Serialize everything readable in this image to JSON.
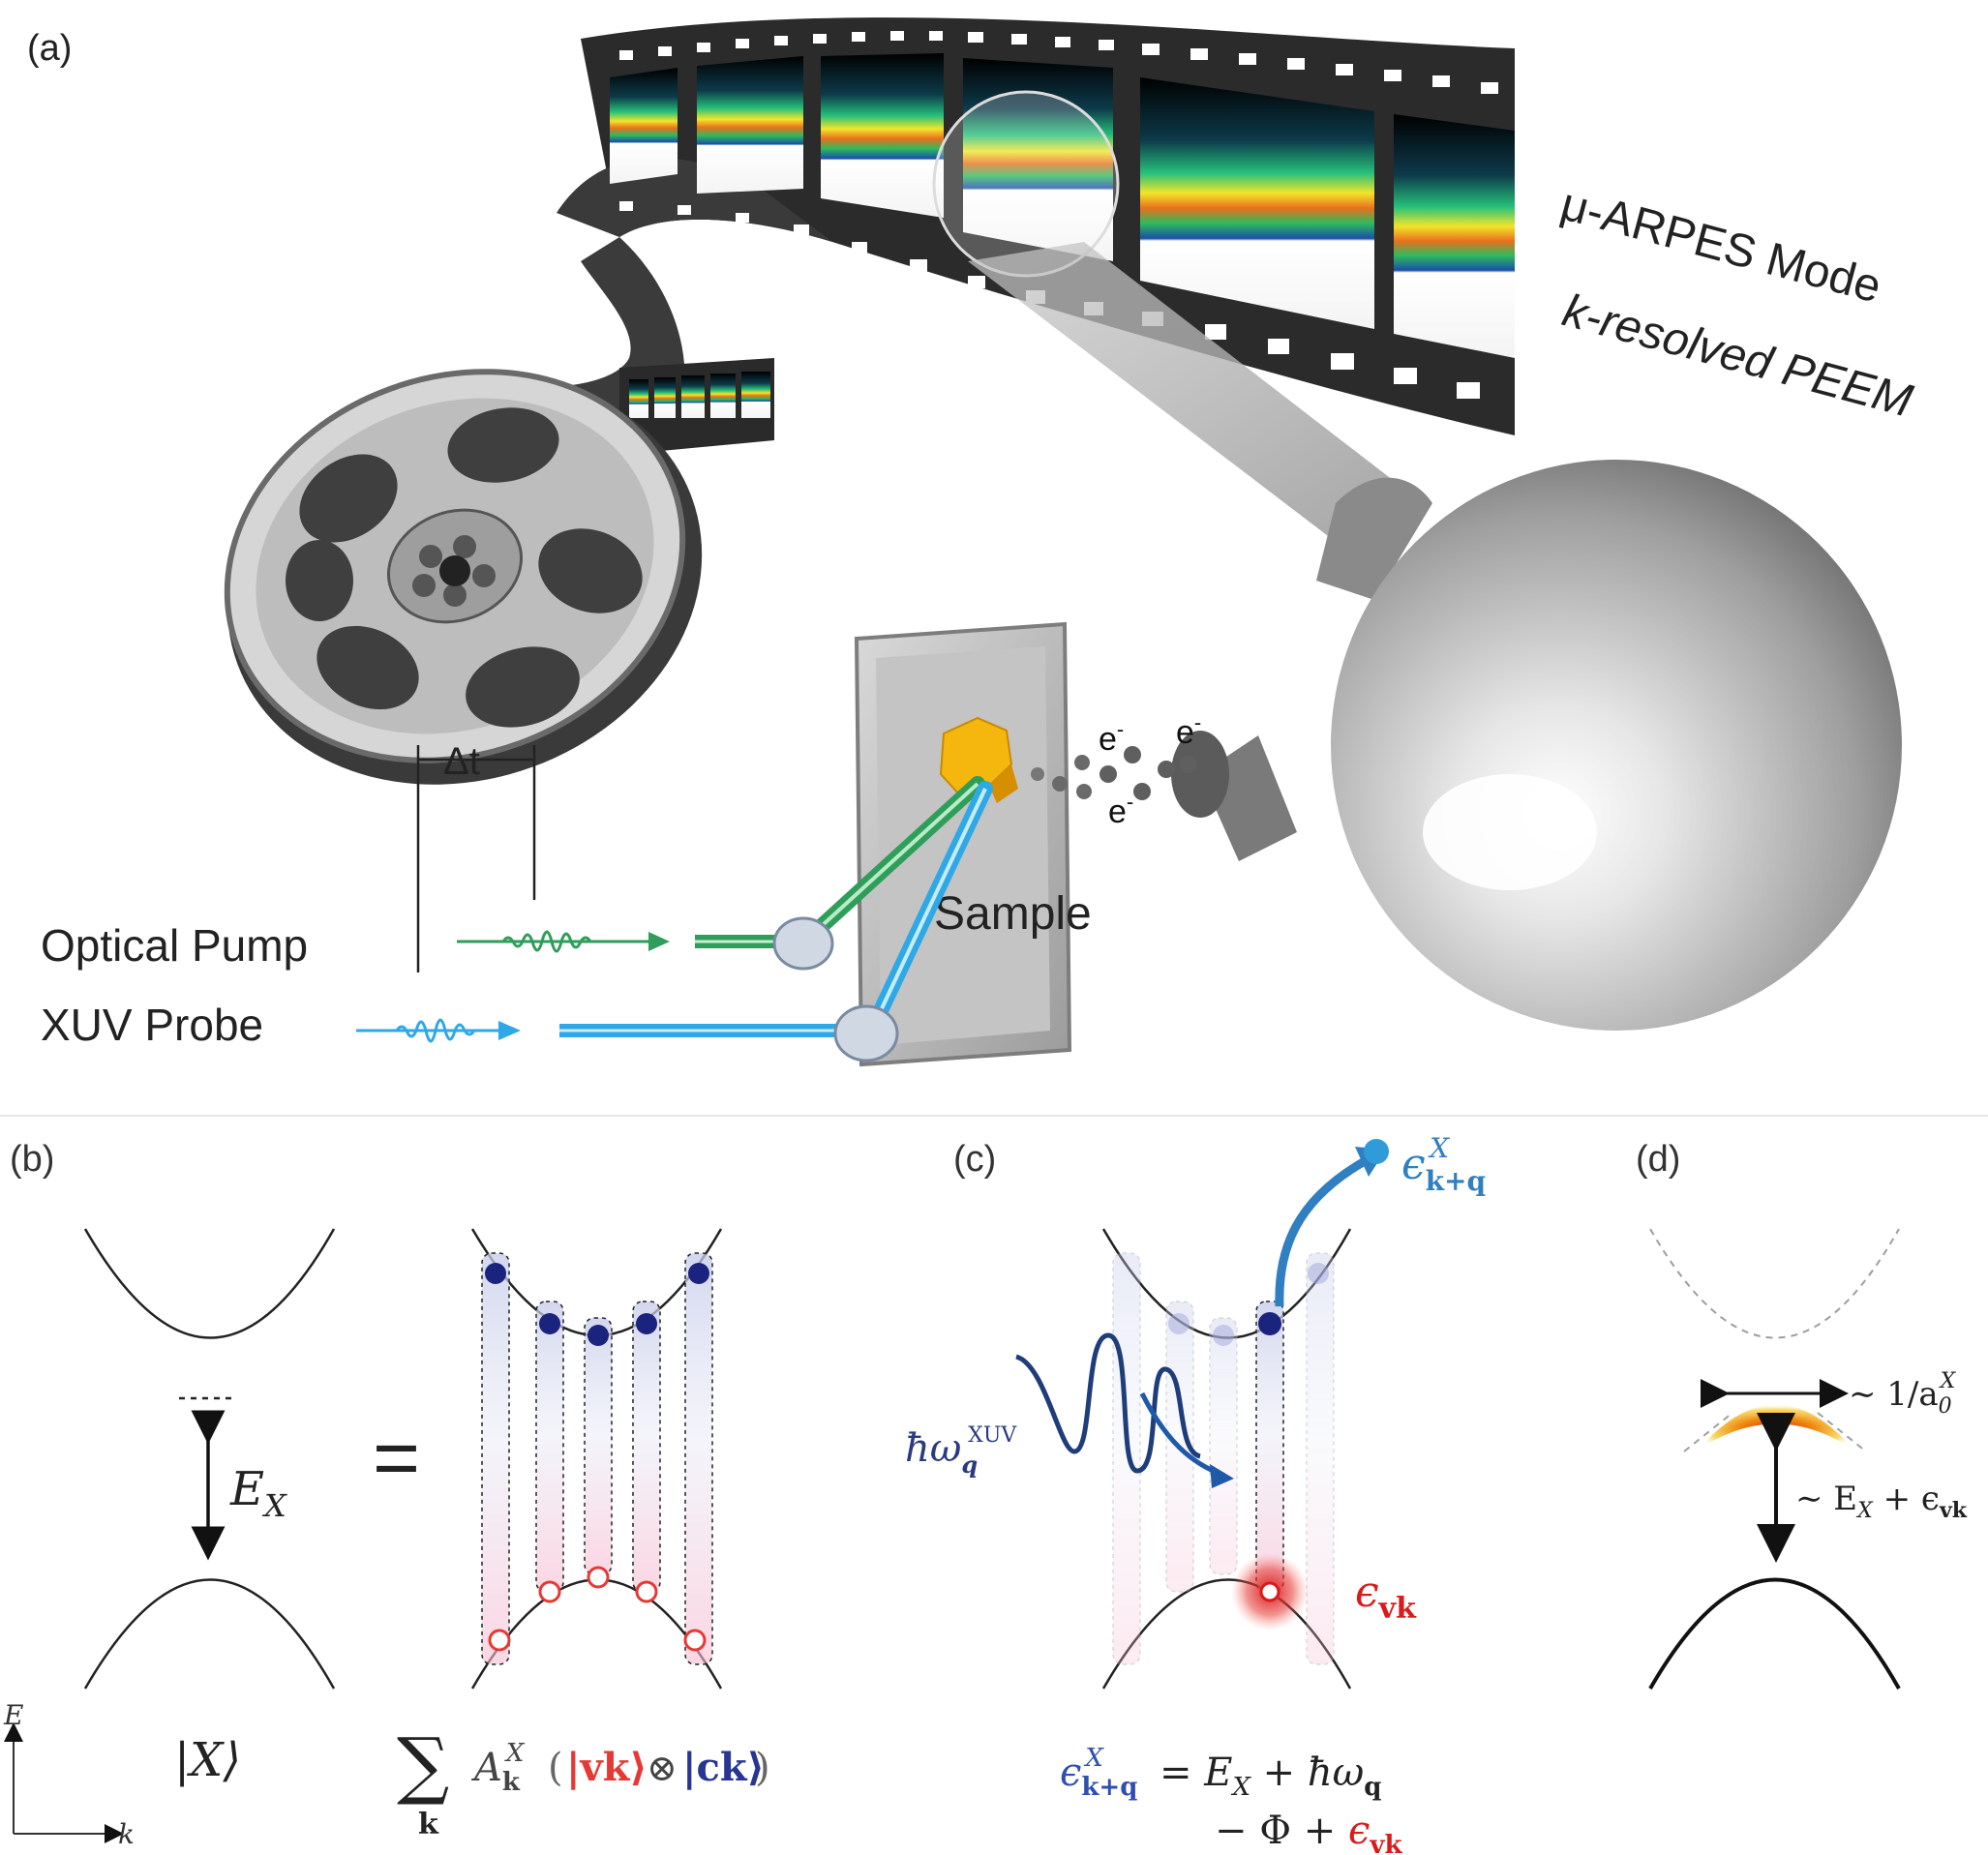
{
  "panels": {
    "a": {
      "label": "(a)",
      "mode_line1": "μ-ARPES Mode",
      "mode_line2": "k-resolved PEEM",
      "delay": "Δt",
      "pump": "Optical Pump",
      "probe": "XUV Probe",
      "sample": "Sample",
      "electron": "e",
      "electron_charge": "-"
    },
    "b": {
      "label": "(b)",
      "energy": "E",
      "energy_sub": "X",
      "equals": "=",
      "state": "|X⟩",
      "sum": "∑",
      "sum_index": "k",
      "amp": "A",
      "amp_sub": "k",
      "amp_sup": "X",
      "ket_v": "|vk⟩",
      "otimes": "⊗",
      "ket_c": "|ck⟩",
      "axis_y": "E",
      "axis_x": "k"
    },
    "c": {
      "label": "(c)",
      "photon": "ħω",
      "photon_sub": "q",
      "photon_sup": "XUV",
      "final_eps": "ϵ",
      "final_sub": "k+q",
      "final_sup": "X",
      "hole_eps": "ϵ",
      "hole_sub": "vk",
      "eq_rhs1": "= E",
      "eq_rhs1_sub": "X",
      "eq_rhs1_tail": " + ħω",
      "eq_rhs1_tail_sub": "q",
      "eq_line2": "− Φ + ",
      "eq_line2_eps": "ϵ",
      "eq_line2_sub": "vk"
    },
    "d": {
      "label": "(d)",
      "width_label": "∼ 1/a",
      "width_sub": "0",
      "width_sup": "X",
      "energy_label": "∼ E",
      "energy_sub": "X",
      "energy_plus": " + ϵ",
      "energy_plus_sub": "vk"
    }
  },
  "colors": {
    "pump": "#2e9e5a",
    "probe": "#2fa8e6",
    "electron_dot": "#1a237e",
    "hole_ring": "#e53935",
    "hole_red": "#d81b1b",
    "final_blue": "#2f7fc1",
    "photon_wave": "#1f3d7a"
  }
}
